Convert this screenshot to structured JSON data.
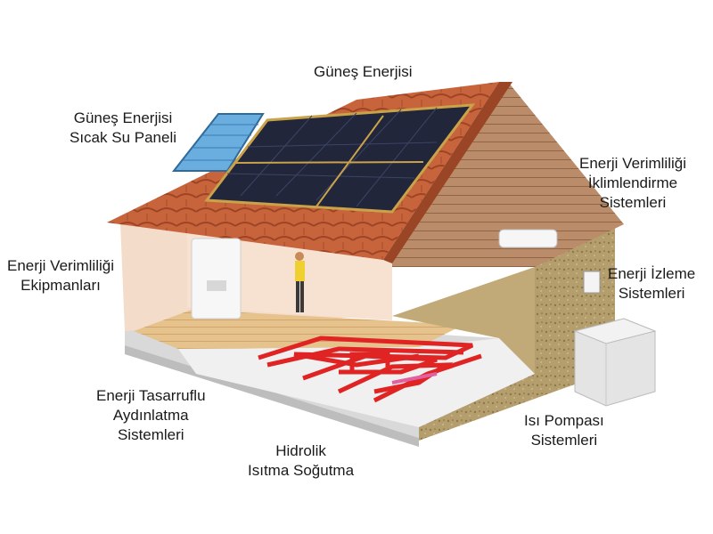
{
  "labels": {
    "solar_energy": "Güneş Enerjisi",
    "solar_hot_water": [
      "Güneş Enerjisi",
      "Sıcak Su Paneli"
    ],
    "hvac": [
      "Enerji Verimliliği",
      "İklimlendirme",
      "Sistemleri"
    ],
    "efficient_equipment": [
      "Enerji Verimliliği",
      "Ekipmanları"
    ],
    "monitoring": [
      "Enerji İzleme",
      "Sistemleri"
    ],
    "lighting": [
      "Enerji Tasarruflu",
      "Aydınlatma",
      "Sistemleri"
    ],
    "hydronic": [
      "Hidrolik",
      "Isıtma Soğutma"
    ],
    "heat_pump": [
      "Isı Pompası",
      "Sistemleri"
    ]
  },
  "colors": {
    "roof_tile": "#c8643c",
    "roof_tile_dark": "#a24b2a",
    "siding": "#b98a68",
    "wall_interior": "#f3dccb",
    "stone_wall": "#b7a070",
    "floor_wood": "#e8c48f",
    "floor_slab": "#eeeeee",
    "solar_panel": "#22263a",
    "solar_frame": "#c9a24a",
    "water_panel": "#6aaee0",
    "heating_pipe": "#e02424",
    "heat_pump_box": "#e4e4e4"
  }
}
